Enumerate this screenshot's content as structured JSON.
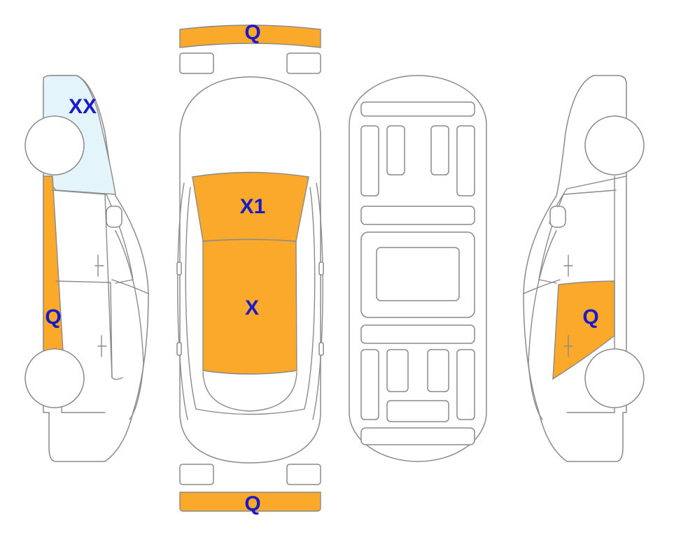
{
  "colors": {
    "damage": "#FBA92B",
    "glass_marked": "#E3F5FB",
    "label": "#1A1AC8",
    "outline": "#8A8A8A"
  },
  "marks": {
    "front_bumper": "Q",
    "rear_bumper": "Q",
    "left_windshield": "XX",
    "left_pillar": "Q",
    "hood": "X1",
    "roof": "X",
    "right_door": "Q"
  }
}
